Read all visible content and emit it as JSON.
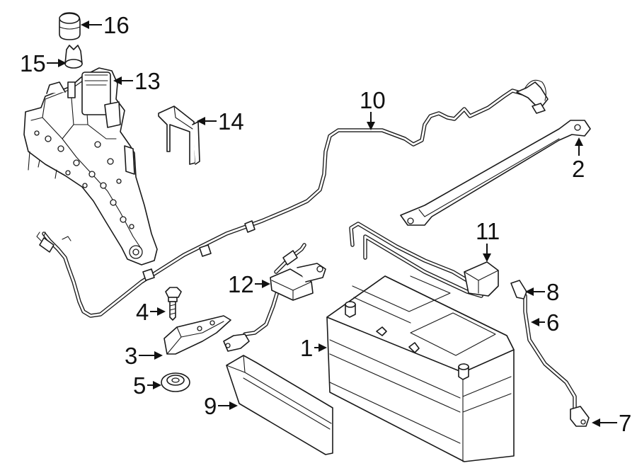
{
  "diagram": {
    "callouts": [
      {
        "id": "callout-1",
        "label": "1"
      },
      {
        "id": "callout-2",
        "label": "2"
      },
      {
        "id": "callout-3",
        "label": "3"
      },
      {
        "id": "callout-4",
        "label": "4"
      },
      {
        "id": "callout-5",
        "label": "5"
      },
      {
        "id": "callout-6",
        "label": "6"
      },
      {
        "id": "callout-7",
        "label": "7"
      },
      {
        "id": "callout-8",
        "label": "8"
      },
      {
        "id": "callout-9",
        "label": "9"
      },
      {
        "id": "callout-10",
        "label": "10"
      },
      {
        "id": "callout-11",
        "label": "11"
      },
      {
        "id": "callout-12",
        "label": "12"
      },
      {
        "id": "callout-13",
        "label": "13"
      },
      {
        "id": "callout-14",
        "label": "14"
      },
      {
        "id": "callout-15",
        "label": "15"
      },
      {
        "id": "callout-16",
        "label": "16"
      }
    ]
  }
}
